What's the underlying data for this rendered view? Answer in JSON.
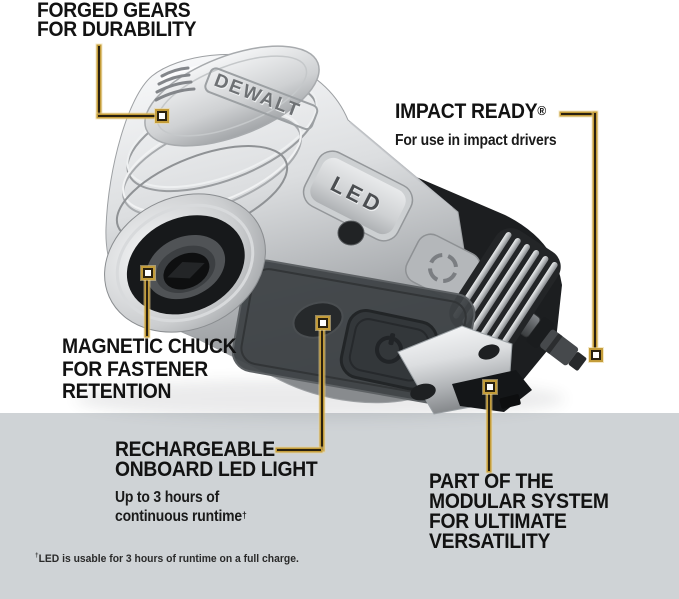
{
  "colors": {
    "background_top": "#ffffff",
    "background_bottom": "#cfd3d6",
    "callout_gold": "#c49d3a",
    "callout_core": "#2a210f",
    "headline_text": "#121212"
  },
  "product": {
    "brand": "DEWALT",
    "led_label": "LED"
  },
  "callouts": {
    "forged_gears": {
      "line1": "FORGED GEARS",
      "line2": "FOR DURABILITY"
    },
    "impact_ready": {
      "title": "IMPACT READY",
      "title_mark": "®",
      "subtitle": "For use in impact drivers"
    },
    "magnetic_chuck": {
      "line1": "MAGNETIC CHUCK",
      "line2": "FOR FASTENER",
      "line3": "RETENTION"
    },
    "led_light": {
      "line1": "RECHARGEABLE",
      "line2": "ONBOARD LED LIGHT",
      "sub1": "Up to 3 hours of",
      "sub2": "continuous runtime",
      "sub2_mark": "†"
    },
    "modular_system": {
      "line1": "PART OF THE",
      "line2": "MODULAR SYSTEM",
      "line3": "FOR ULTIMATE",
      "line4": "VERSATILITY"
    }
  },
  "footnote": {
    "mark": "†",
    "text": "LED is usable for 3 hours of runtime on a full charge."
  }
}
